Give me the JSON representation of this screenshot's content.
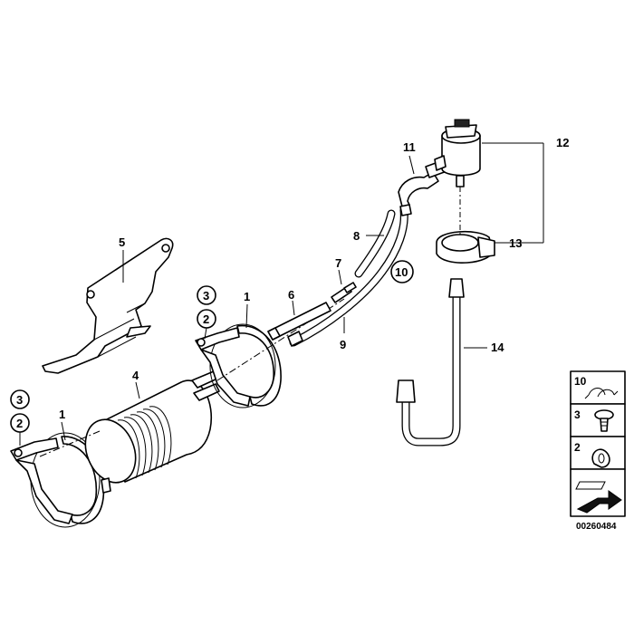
{
  "callouts": {
    "c1_left": "1",
    "c1_right": "1",
    "c2_left": "2",
    "c2_right": "2",
    "c3_left": "3",
    "c3_right": "3",
    "c4": "4",
    "c5": "5",
    "c6": "6",
    "c7": "7",
    "c8": "8",
    "c9": "9",
    "c10": "10",
    "c11": "11",
    "c12": "12",
    "c13": "13",
    "c14": "14"
  },
  "side_panel": {
    "item_10": "10",
    "item_3": "3",
    "item_2": "2"
  },
  "diagram_code": "00260484"
}
